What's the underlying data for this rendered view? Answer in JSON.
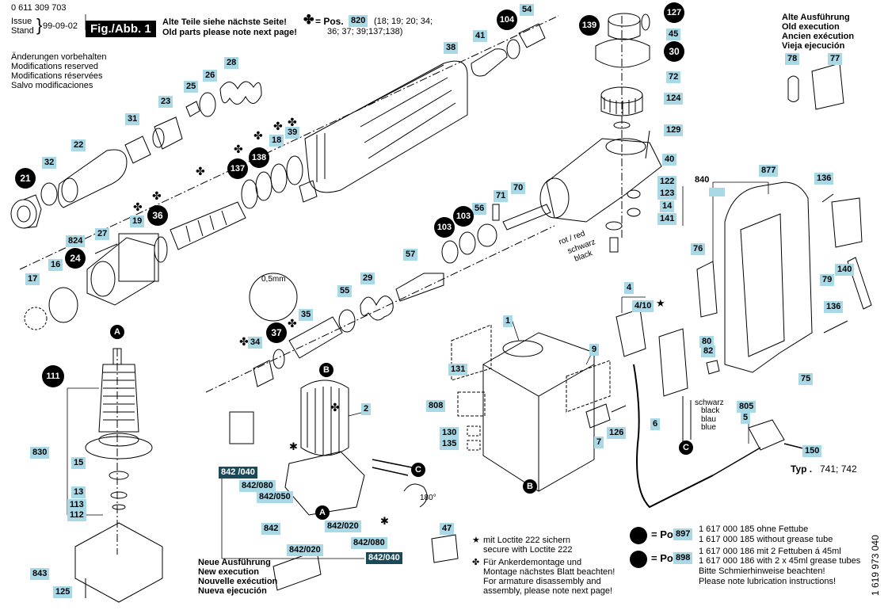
{
  "header": {
    "part_number": "0 611 309 703",
    "issue_label": "Issue",
    "stand_label": "Stand",
    "date": "99-09-02",
    "fig_label": "Fig./Abb. 1",
    "old_parts_de": "Alte Teile siehe nächste Seite!",
    "old_parts_en": "Old parts please note next page!",
    "pos_prefix": "= Pos.",
    "pos_number": "820",
    "pos_list1": "(18; 19; 20; 34;",
    "pos_list2": "36; 37; 39;137;138)"
  },
  "modifications": [
    "Änderungen vorbehalten",
    "Modifications reserved",
    "Modifications réservées",
    "Salvo modificaciones"
  ],
  "old_execution": [
    "Alte Ausführung",
    "Old execution",
    "Ancien exécution",
    "Vieja ejecución"
  ],
  "new_execution": [
    "Neue Ausführung",
    "New execution",
    "Nouvelle exécution",
    "Nueva ejecución"
  ],
  "notes": {
    "loctite_de": "mit Loctite 222 sichern",
    "loctite_en": "secure with Loctite 222",
    "armature_de1": "Für Ankerdemontage und",
    "armature_de2": "Montage nächstes Blatt beachten!",
    "armature_en1": "For armature disassembly and",
    "armature_en2": "assembly, please note next page!"
  },
  "grease": {
    "pos_prefix": "= Pos.",
    "pos1": "897",
    "pos1_l1": "1 617 000 185 ohne Fettube",
    "pos1_l2": "1 617 000 185 without grease tube",
    "pos2": "898",
    "pos2_l1": "1 617 000 186 mit 2 Fettuben á 45ml",
    "pos2_l2": "1 617 000 186 with 2 x 45ml grease tubes",
    "pos2_l3": "Bitte Schmierhinweise beachten!",
    "pos2_l4": "Please note lubrication instructions!"
  },
  "type_label": "Typ .",
  "type_values": "741; 742",
  "doc_number": "1 619 973 040",
  "wire_labels": {
    "rot": "rot / red",
    "schwarz": "schwarz",
    "black": "black",
    "schwarz2": "schwarz",
    "black2": "black",
    "blau": "blau",
    "blue": "blue",
    "gap": "0,5mm",
    "angle": "180°"
  },
  "callouts": {
    "p54": "54",
    "p104": "104",
    "p41": "41",
    "p38": "38",
    "p28": "28",
    "p26": "26",
    "p25": "25",
    "p23": "23",
    "p31": "31",
    "p22": "22",
    "p32": "32",
    "p21": "21",
    "p18": "18",
    "p39": "39",
    "p138": "138",
    "p137": "137",
    "p19": "19",
    "p36": "36",
    "p27": "27",
    "p824": "824",
    "p24": "24",
    "p16": "16",
    "p17": "17",
    "p139": "139",
    "p127": "127",
    "p45": "45",
    "p30": "30",
    "p72": "72",
    "p124": "124",
    "p129": "129",
    "p40": "40",
    "p122": "122",
    "p123": "123",
    "p14": "14",
    "p141": "141",
    "p840": "840",
    "p70": "70",
    "p71": "71",
    "p56": "56",
    "p103a": "103",
    "p103b": "103",
    "p57": "57",
    "p29": "29",
    "p55": "55",
    "p35": "35",
    "p37": "37",
    "p34": "34",
    "p78": "78",
    "p77": "77",
    "p877": "877",
    "p136a": "136",
    "p136b": "136",
    "p76": "76",
    "p79": "79",
    "p140": "140",
    "p80": "80",
    "p82": "82",
    "p75": "75",
    "p4": "4",
    "p410": "4/10",
    "p1": "1",
    "p9": "9",
    "p131": "131",
    "p808": "808",
    "p130": "130",
    "p135": "135",
    "p126": "126",
    "p7": "7",
    "p6": "6",
    "p805": "805",
    "p5": "5",
    "p150": "150",
    "p111": "111",
    "p830": "830",
    "p15": "15",
    "p13": "13",
    "p113": "113",
    "p112": "112",
    "p843": "843",
    "p125": "125",
    "p2": "2",
    "p842_040a": "842 /040",
    "p842_080a": "842/080",
    "p842_050": "842/050",
    "p842": "842",
    "p842_020a": "842/020",
    "p842_080b": "842/080",
    "p842_020b": "842/020",
    "p842_040b": "842/040",
    "p47": "47",
    "refA1": "A",
    "refA2": "A",
    "refB1": "B",
    "refB2": "B",
    "refC1": "C",
    "refC2": "C"
  }
}
